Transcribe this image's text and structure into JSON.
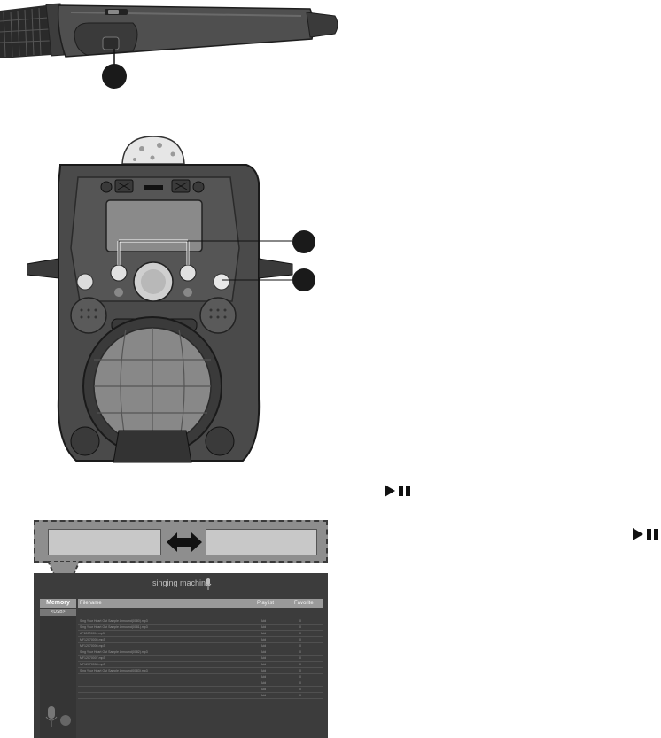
{
  "callouts": [
    "",
    "",
    ""
  ],
  "transport_icon_label": "play-pause",
  "ui_screen": {
    "brand": "singing machine",
    "memory_title": "Memory",
    "memory_selected": "<USB>",
    "columns": [
      "Filename",
      "Playlist",
      "Favorite"
    ],
    "rows": [
      {
        "filename": "Sing Your Heart Out Sample Annound(0080).mp3",
        "playlist": "Add",
        "favorite": "0"
      },
      {
        "filename": "Sing Your Heart Out Sample Annound(0081).mp3",
        "playlist": "Add",
        "favorite": "0"
      },
      {
        "filename": "AF12070004.mp3",
        "playlist": "Add",
        "favorite": "0"
      },
      {
        "filename": "MF12070005.mp3",
        "playlist": "Add",
        "favorite": "0"
      },
      {
        "filename": "MF12070006.mp3",
        "playlist": "Add",
        "favorite": "0"
      },
      {
        "filename": "Sing Your Heart Out Sample Annound(0082).mp3",
        "playlist": "Add",
        "favorite": "0"
      },
      {
        "filename": "MF12070007.mp3",
        "playlist": "Add",
        "favorite": "0"
      },
      {
        "filename": "MF12070008.mp3",
        "playlist": "Add",
        "favorite": "0"
      },
      {
        "filename": "Sing Your Heart Out Sample Annound(0083).mp3",
        "playlist": "Add",
        "favorite": "0"
      },
      {
        "filename": "",
        "playlist": "Add",
        "favorite": "0"
      },
      {
        "filename": "",
        "playlist": "Add",
        "favorite": "0"
      },
      {
        "filename": "",
        "playlist": "Add",
        "favorite": "0"
      },
      {
        "filename": "",
        "playlist": "Add",
        "favorite": "0"
      }
    ]
  },
  "colors": {
    "body": "#4a4a4a",
    "accent": "#2b2b2b",
    "screen_bg": "#3c3c3c",
    "header": "#9a9a9a"
  }
}
